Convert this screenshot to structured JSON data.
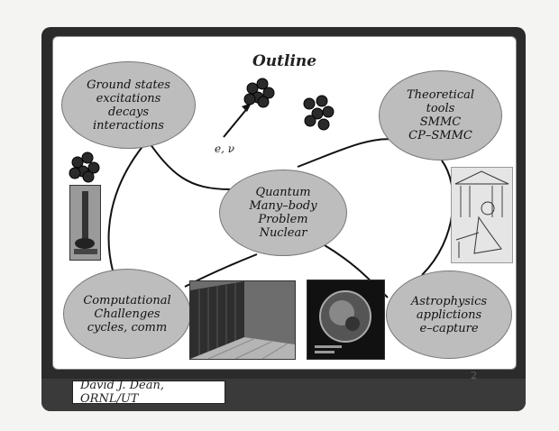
{
  "slide": {
    "title": "Outline",
    "page_number": "2",
    "footer": "David J. Dean, ORNL/UT"
  },
  "bubbles": {
    "ground_states": [
      "Ground states",
      "excitations",
      "decays",
      "interactions"
    ],
    "theoretical": [
      "Theoretical",
      "tools",
      "SMMC",
      "CP–SMMC"
    ],
    "quantum": [
      "Quantum",
      "Many–body",
      "Problem",
      "Nuclear"
    ],
    "computational": [
      "Computational",
      "Challenges",
      "cycles, comm"
    ],
    "astrophysics": [
      "Astrophysics",
      "applictions",
      "e–capture"
    ]
  },
  "arrow_label": "e, ν",
  "colors": {
    "bubble": "#bdbdbd",
    "frame": "#2b2b2b",
    "nucleus": "#2a2a2a"
  },
  "icons": [
    "nucleus-cluster-icon",
    "arrow-icon",
    "detector-photo",
    "supercomputer-photo",
    "simulation-photo",
    "scholar-engraving"
  ]
}
